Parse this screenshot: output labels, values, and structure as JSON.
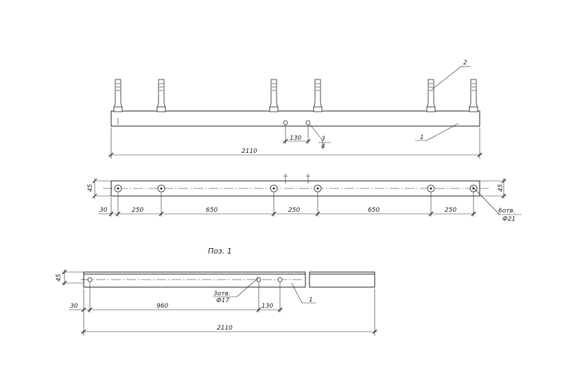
{
  "top_view": {
    "overall_dimension": "2110",
    "spacing_dimension": "130",
    "leader_pos_2": "2",
    "leader_pos_1": "1",
    "leader_pos_3_top": "3",
    "leader_pos_3_bottom": "4"
  },
  "plan_view": {
    "height_dimension_left": "45",
    "height_dimension_right": "45",
    "edge_dimension": "30",
    "spacings": [
      "250",
      "650",
      "250",
      "650",
      "250"
    ],
    "holes_note_top": "6отв.",
    "holes_note_bottom": "Ф21"
  },
  "detail": {
    "title": "Поз. 1",
    "height_dimension": "45",
    "edge_dimension": "30",
    "spacing_dimension": "960",
    "hole_spacing": "130",
    "overall_dimension": "2110",
    "holes_note_top": "3отв.",
    "holes_note_bottom": "Ф17",
    "leader_pos": "1"
  }
}
